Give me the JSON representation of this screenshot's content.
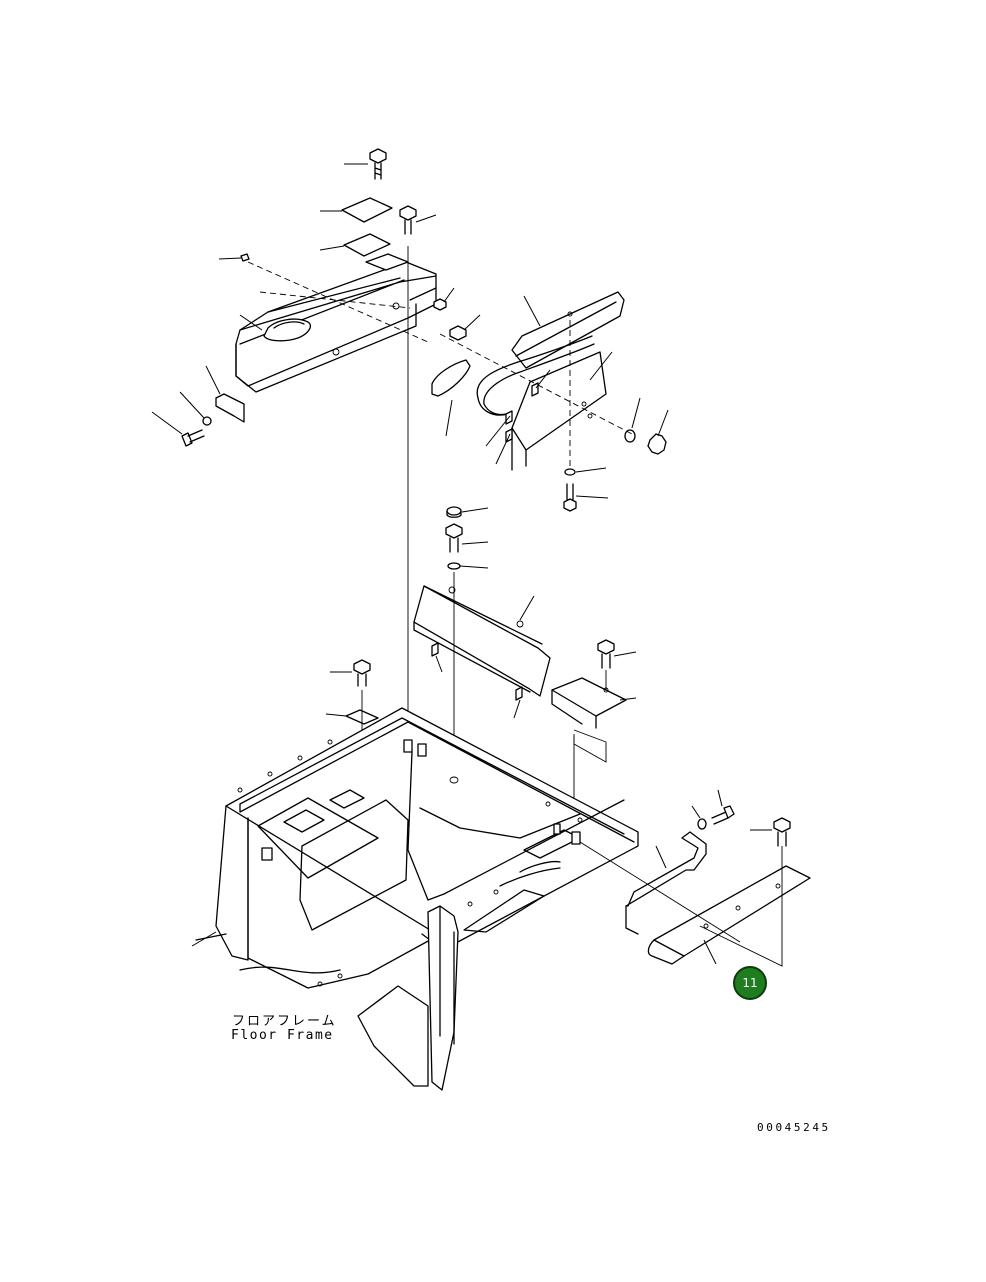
{
  "diagram": {
    "caption_jp": "フロアフレーム",
    "caption_en": "Floor Frame",
    "drawing_number": "00045245",
    "callouts": [
      {
        "label": "11",
        "color": "#1f7d1f"
      }
    ]
  }
}
